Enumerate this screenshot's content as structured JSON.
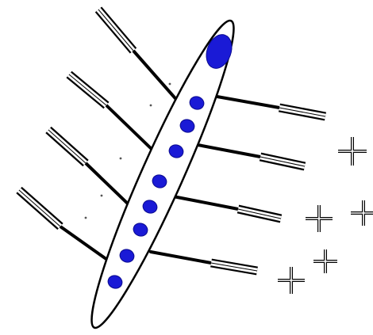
{
  "colors": {
    "background": "#ffffff",
    "outline": "#000000",
    "hull_fill": "#ffffff",
    "crew_fill": "#1a1ad6",
    "oar_shaft": "#000000",
    "blade_fill": "#ffffff",
    "speck": "#555555"
  },
  "crew": {
    "count": 9
  },
  "oars": {
    "left_count": 4,
    "right_count": 4
  },
  "markers": {
    "count": 5,
    "shape": "plus"
  }
}
